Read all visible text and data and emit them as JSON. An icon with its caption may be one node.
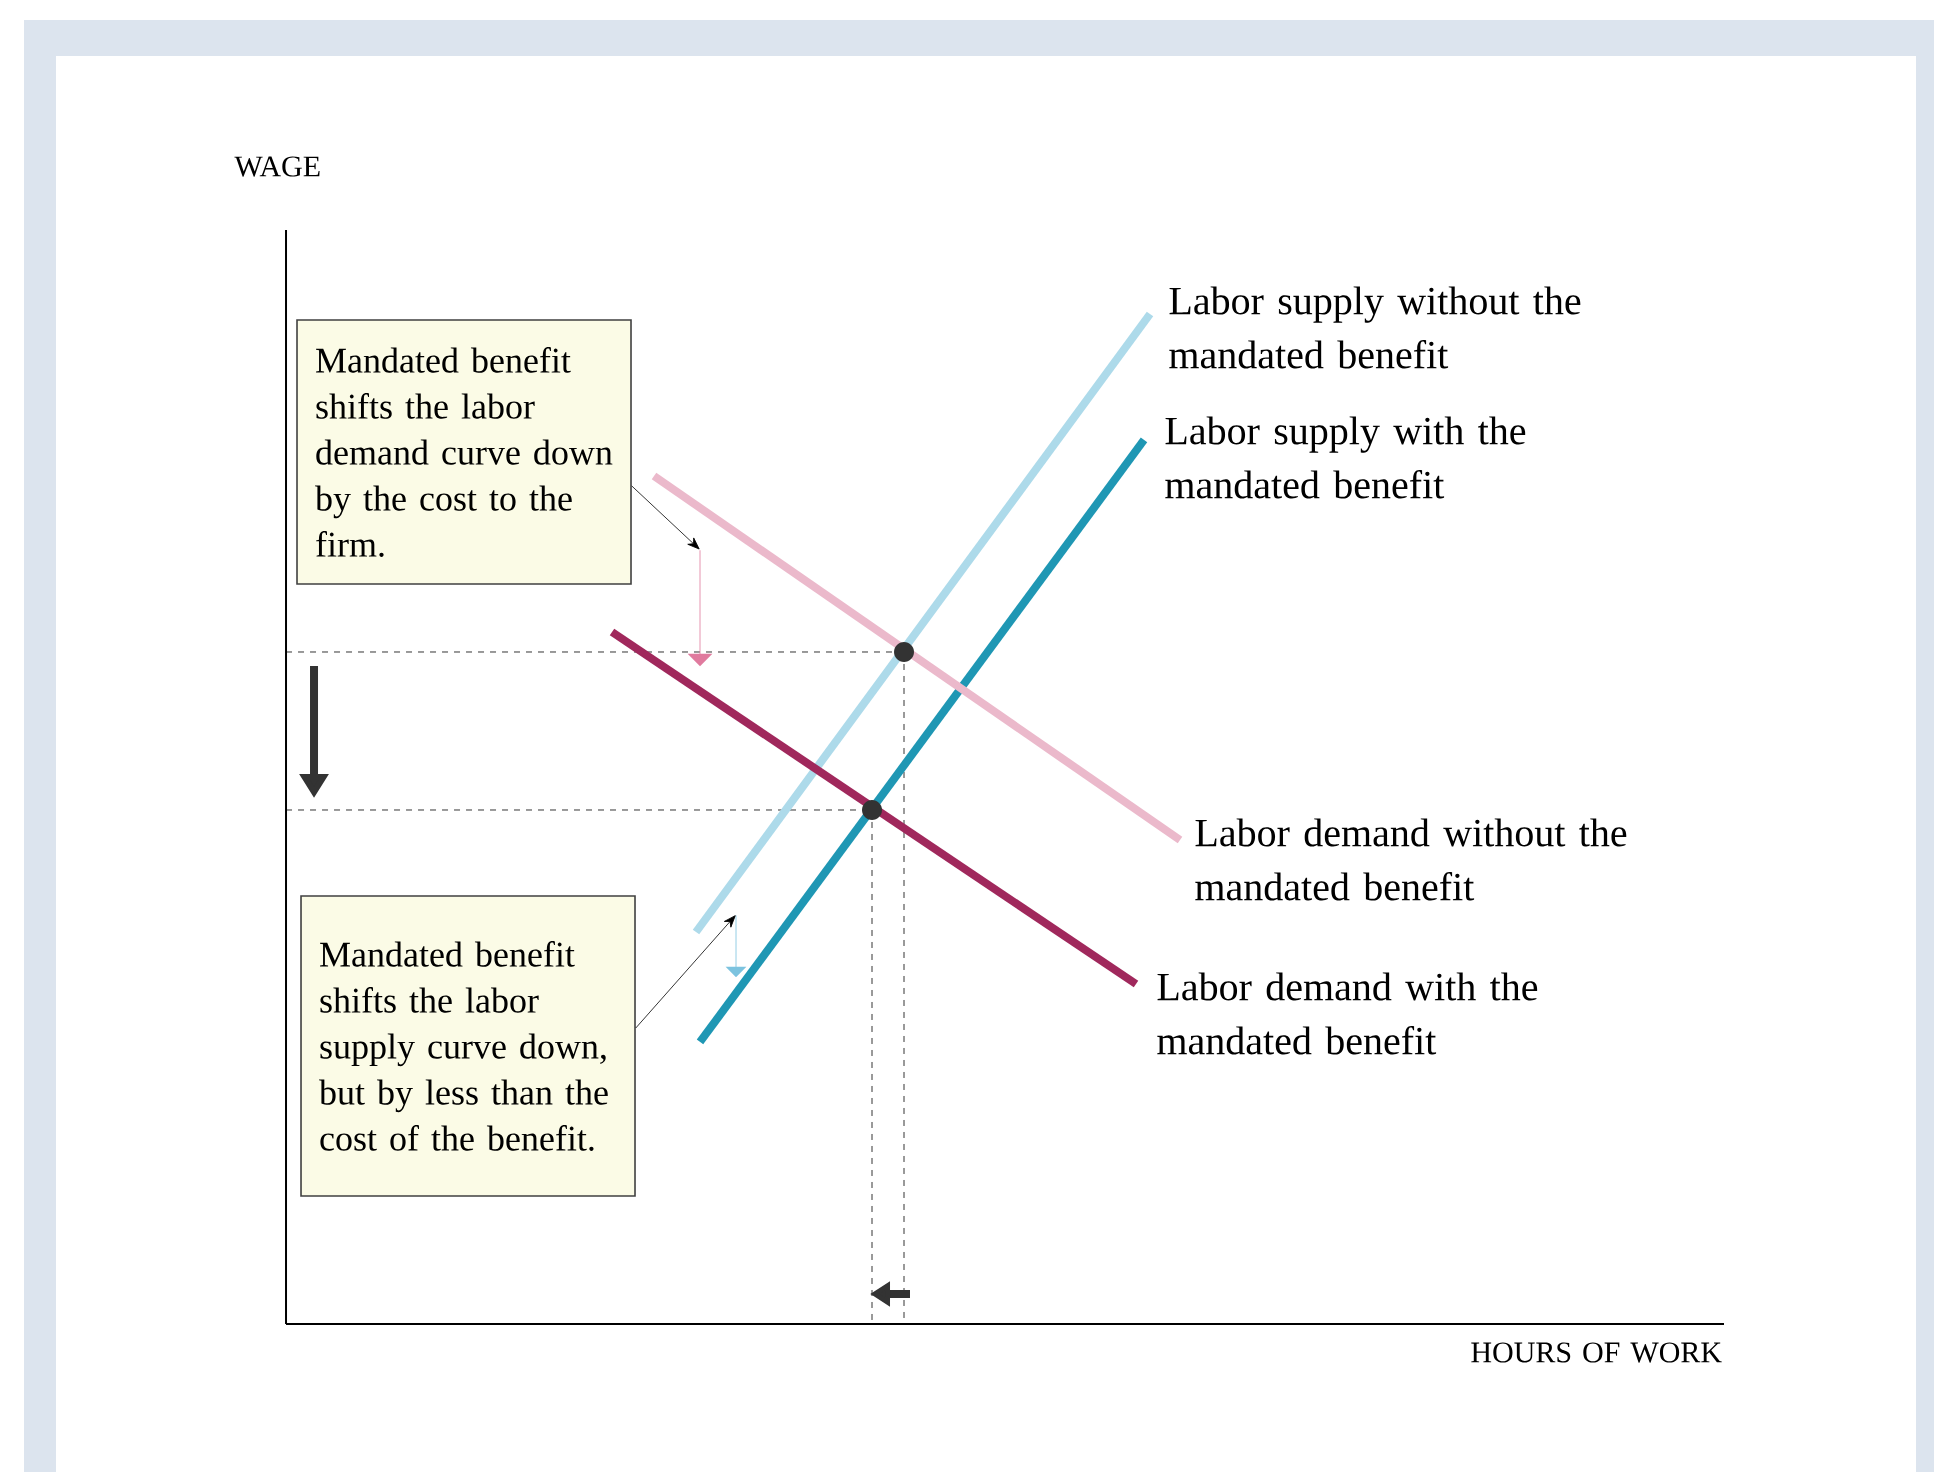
{
  "diagram": {
    "nodes": [
      {
        "text": [
          "Mandated benefit shifts the labor demand curve down by the cost to the firm."
        ]
      },
      {
        "text": [
          "Mandated benefit shifts the labor supply curve down, but by less than the cost of the benefit."
        ]
      },
      {
        "text": [],
        "shape": "arrow"
      },
      {
        "text": [],
        "shape": "arrow"
      }
    ],
    "edges": [
      {
        "from": 0,
        "to": 2,
        "arrow": "to"
      },
      {
        "from": 1,
        "to": 3,
        "arrow": "to"
      }
    ],
    "labels": [
      "WAGE",
      "Labor supply without the mandated benefit",
      "Labor supply with the mandated benefit",
      "Labor demand without the mandated benefit",
      "Labor demand with the mandated benefit",
      "HOURS OF WORK"
    ]
  }
}
